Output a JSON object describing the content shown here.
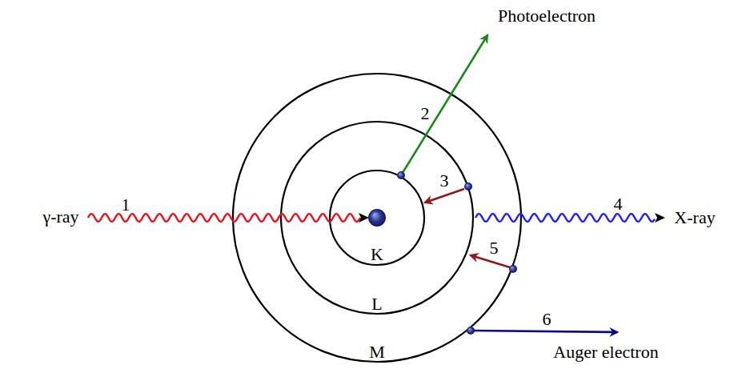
{
  "diagram": {
    "nodes": [
      {
        "text": [
          "M"
        ]
      },
      {
        "text": [
          "L"
        ],
        "in": 0
      },
      {
        "text": [
          "K"
        ],
        "in": 1
      }
    ],
    "labels": [
      "γ-ray",
      "1",
      "2",
      "Photoelectron",
      "3",
      "4",
      "X-ray",
      "5",
      "6",
      "Auger electron"
    ]
  }
}
